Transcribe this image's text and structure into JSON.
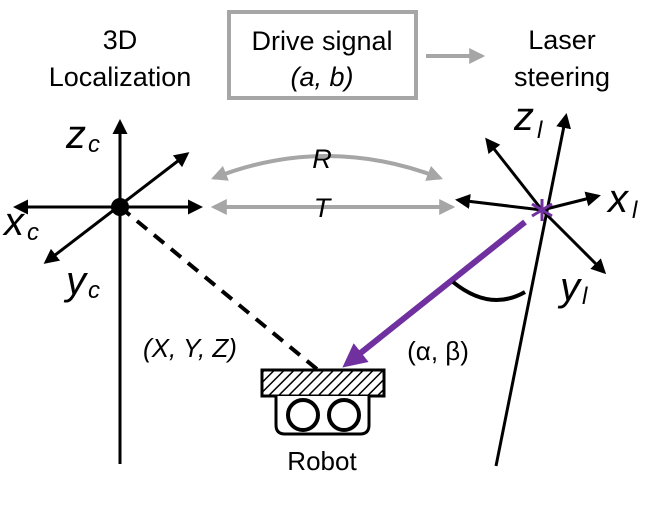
{
  "left_label": {
    "line1": "3D",
    "line2": "Localization"
  },
  "drive_box": {
    "line1": "Drive signal",
    "line2": "(a, b)"
  },
  "right_label": {
    "line1": "Laser",
    "line2": "steering"
  },
  "camera_frame": {
    "z": {
      "main": "z",
      "sub": "c"
    },
    "x": {
      "main": "x",
      "sub": "c"
    },
    "y": {
      "main": "y",
      "sub": "c"
    }
  },
  "laser_frame": {
    "z": {
      "main": "z",
      "sub": "l"
    },
    "x": {
      "main": "x",
      "sub": "l"
    },
    "y": {
      "main": "y",
      "sub": "l"
    }
  },
  "transform": {
    "rotation": "R",
    "translation": "T"
  },
  "position_label": "(X, Y, Z)",
  "angles_label": "(α, β)",
  "robot_label": "Robot",
  "colors": {
    "gray": "#a6a6a6",
    "purple": "#7030a0",
    "black": "#000000"
  }
}
